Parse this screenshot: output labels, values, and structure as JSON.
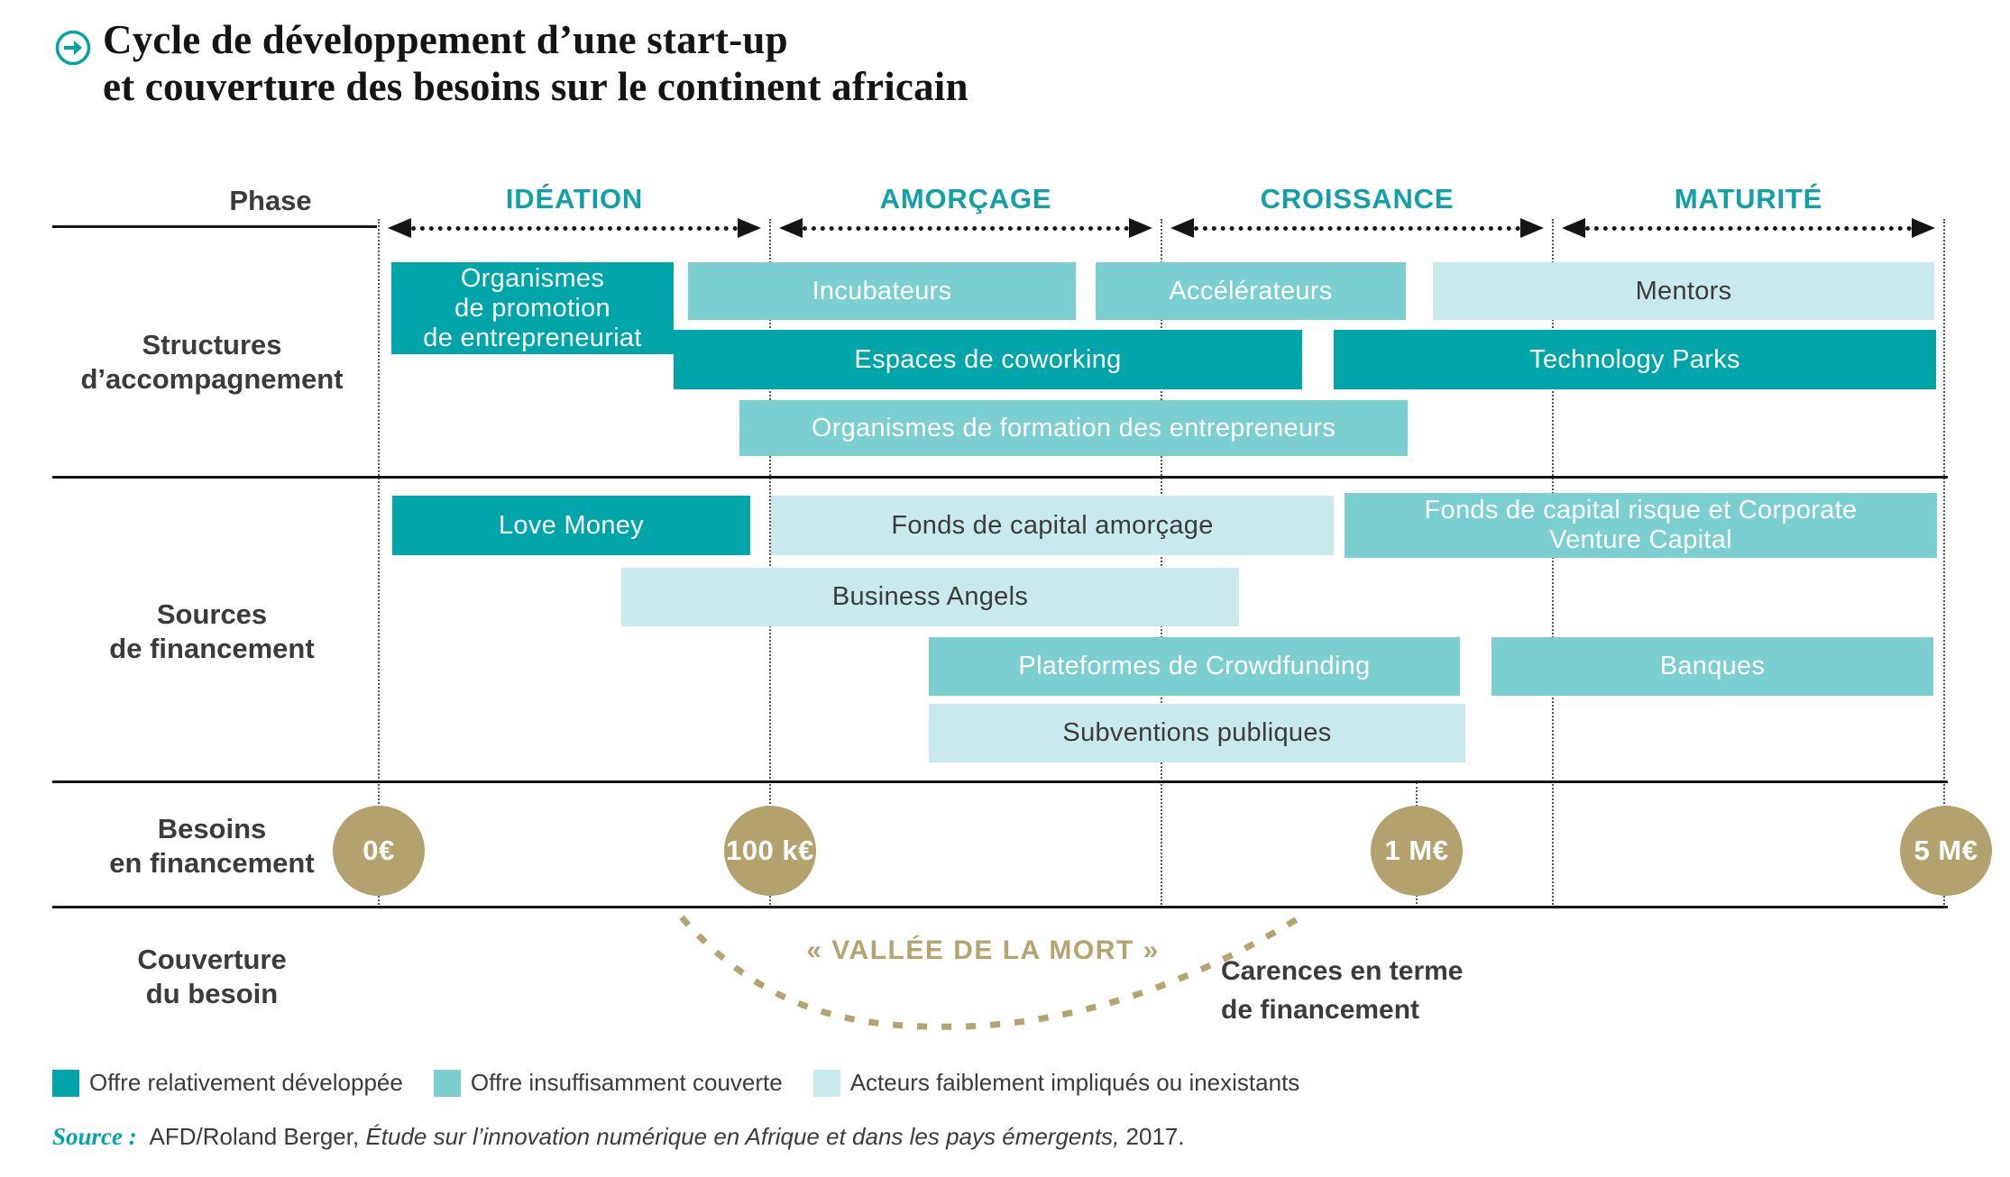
{
  "title": {
    "text": "Cycle de développement d’une start-up\net couverture des besoins sur le continent africain",
    "icon": "circled-right-arrow"
  },
  "phases": {
    "label": "Phase",
    "items": [
      "IDÉATION",
      "AMORÇAGE",
      "CROISSANCE",
      "MATURITÉ"
    ]
  },
  "sections": {
    "structures": {
      "label": "Structures\nd’accompagnement",
      "bars": [
        {
          "label": "Organismes\nde promotion\nde entrepreneuriat",
          "tone": "dark"
        },
        {
          "label": "Incubateurs",
          "tone": "medium"
        },
        {
          "label": "Accélérateurs",
          "tone": "medium"
        },
        {
          "label": "Mentors",
          "tone": "light"
        },
        {
          "label": "Espaces de coworking",
          "tone": "dark"
        },
        {
          "label": "Technology Parks",
          "tone": "dark"
        },
        {
          "label": "Organismes de formation des entrepreneurs",
          "tone": "medium"
        }
      ]
    },
    "sources": {
      "label": "Sources\nde financement",
      "bars": [
        {
          "label": "Love Money",
          "tone": "dark"
        },
        {
          "label": "Fonds de capital amorçage",
          "tone": "light"
        },
        {
          "label": "Fonds de capital risque et Corporate\nVenture Capital",
          "tone": "medium"
        },
        {
          "label": "Business Angels",
          "tone": "light"
        },
        {
          "label": "Plateformes de Crowdfunding",
          "tone": "medium"
        },
        {
          "label": "Banques",
          "tone": "medium"
        },
        {
          "label": "Subventions publiques",
          "tone": "light"
        }
      ]
    },
    "besoins": {
      "label": "Besoins\nen financement",
      "milestones": [
        "0€",
        "100 k€",
        "1 M€",
        "5 M€"
      ]
    },
    "couverture": {
      "label": "Couverture\ndu besoin",
      "valley_label": "« VALLÉE DE LA MORT »",
      "gap_note": "Carences en terme\nde financement"
    }
  },
  "legend": {
    "items": [
      {
        "label": "Offre relativement développée",
        "tone": "dark",
        "color": "#00a5a9"
      },
      {
        "label": "Offre insuffisamment couverte",
        "tone": "medium",
        "color": "#7bcfd1"
      },
      {
        "label": "Acteurs faiblement impliqués ou inexistants",
        "tone": "light",
        "color": "#c8eaec"
      }
    ]
  },
  "source": {
    "prefix": "Source :",
    "pre_italic": "AFD/Roland Berger,",
    "italic": "Étude sur l’innovation numérique en Afrique et dans les pays émergents,",
    "suffix": "2017."
  },
  "colors": {
    "dark_teal": "#00a5a9",
    "medium_teal": "#7bcfd1",
    "light_teal": "#c8eaec",
    "gold": "#b3a26e",
    "phase_teal": "#12a0a8",
    "text_dark": "#3b3b3b",
    "line_black": "#151515"
  }
}
